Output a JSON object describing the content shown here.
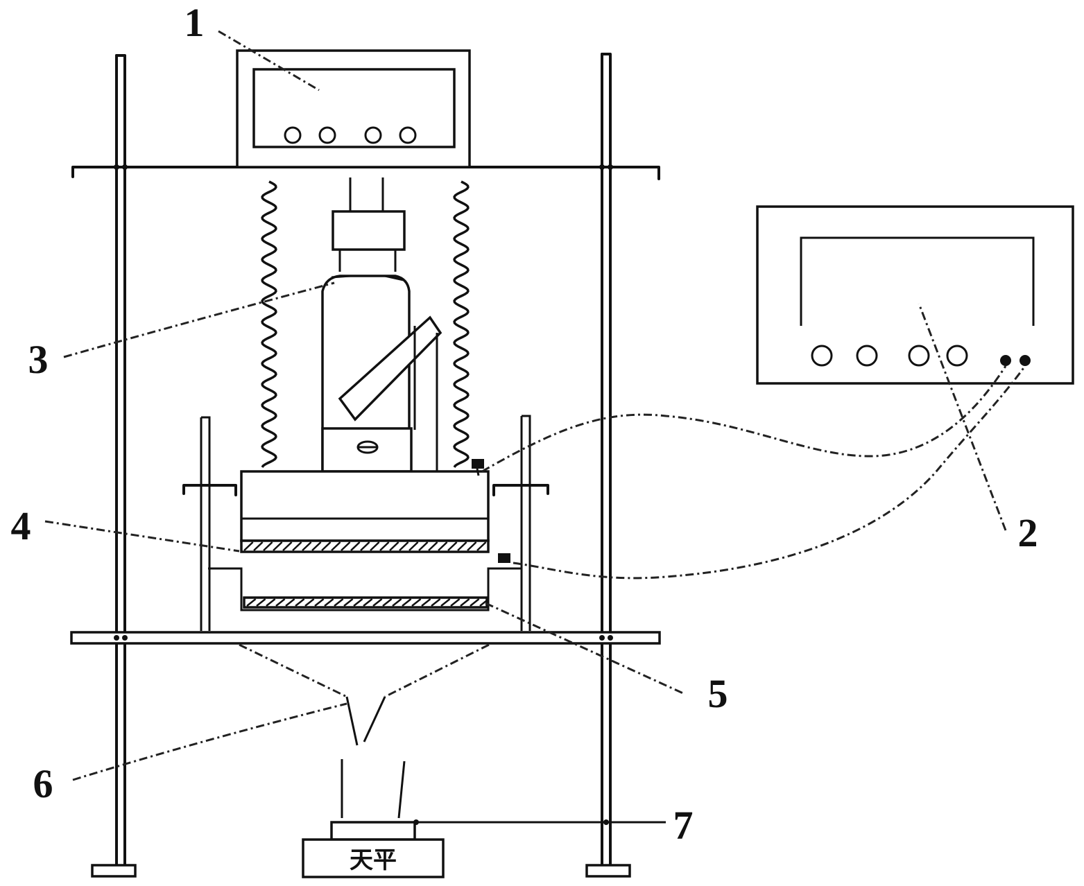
{
  "labels": {
    "l1": "1",
    "l2": "2",
    "l3": "3",
    "l4": "4",
    "l5": "5",
    "l6": "6",
    "l7": "7"
  },
  "balance_text": "天平"
}
